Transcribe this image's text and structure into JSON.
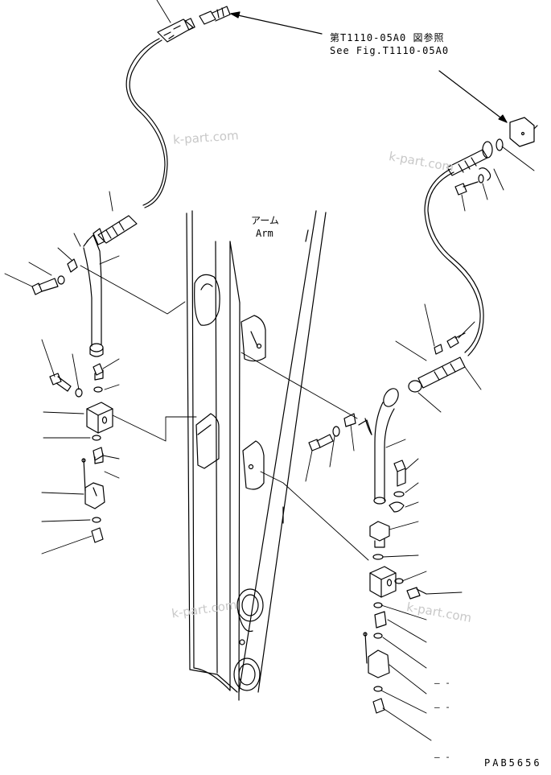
{
  "reference": {
    "japanese": "第T1110-05A0 図参照",
    "english": "See Fig.T1110-05A0"
  },
  "arm_label": {
    "japanese": "アーム",
    "english": "Arm"
  },
  "drawing_code": "PAB5656",
  "watermarks": [
    "k-part.com",
    "k-part.com",
    "k-part.com",
    "k-part.com"
  ],
  "unlabeled_marks": [
    "–  -",
    "–  -",
    "–  -"
  ]
}
